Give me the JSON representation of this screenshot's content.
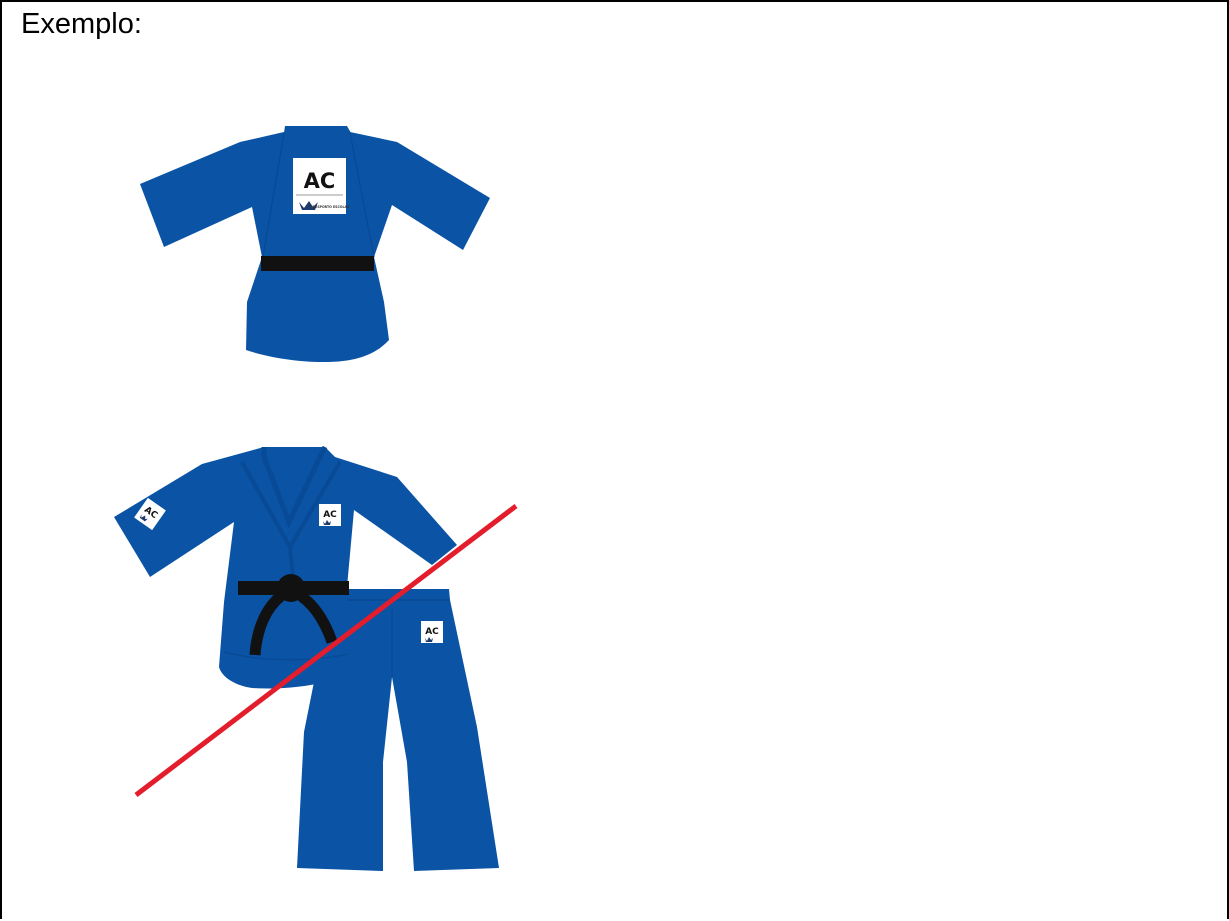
{
  "caption": "Exemplo:",
  "patch": {
    "text": "AC",
    "brand_text": "DESPORTO ESCOLAR"
  },
  "colors": {
    "gi_blue": "#0a53a5",
    "gi_blue_dark": "#084a95",
    "belt_black": "#111111",
    "cross_red": "#e31d2b",
    "border": "#000000"
  },
  "figures": [
    {
      "name": "judo-jacket-back",
      "crossed_out": false
    },
    {
      "name": "judo-uniform-front-with-trousers",
      "crossed_out": true
    }
  ]
}
